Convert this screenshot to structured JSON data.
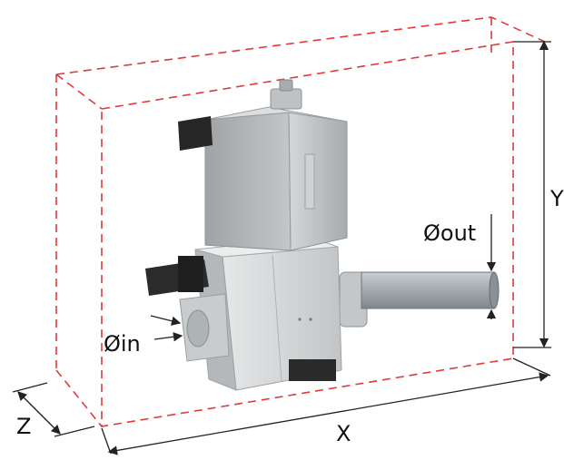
{
  "labels": {
    "x": "X",
    "y": "Y",
    "z": "Z",
    "d_in": "Øin",
    "d_out": "Øout"
  },
  "colors": {
    "bounding_box": "#e03a3a",
    "dimension_lines": "#222222",
    "actuator_body": "#b9bcbe",
    "valve_body": "#d9dadb",
    "pipe": "#9ea6ad",
    "terminal": "#2a2a2a"
  },
  "components": {
    "bounding_box": "dashed-box",
    "actuator": "cylindrical-actuator",
    "valve": "valve-body",
    "outlet_pipe": "outlet-pipe",
    "connector": "electrical-connector"
  }
}
